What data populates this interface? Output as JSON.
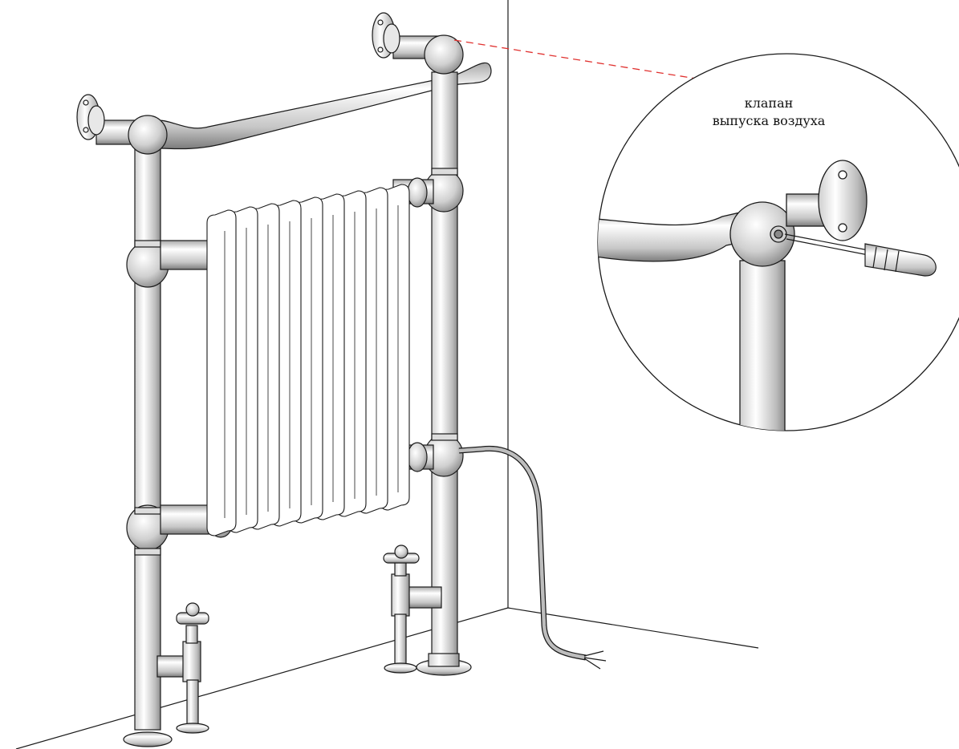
{
  "callout": {
    "line1": "клапан",
    "line2": "выпуска воздуха"
  },
  "colors": {
    "stroke": "#1a1a1a",
    "leader": "#e0312f",
    "background": "#ffffff"
  },
  "icons": [
    "radiator",
    "valve",
    "screwdriver",
    "cable"
  ]
}
